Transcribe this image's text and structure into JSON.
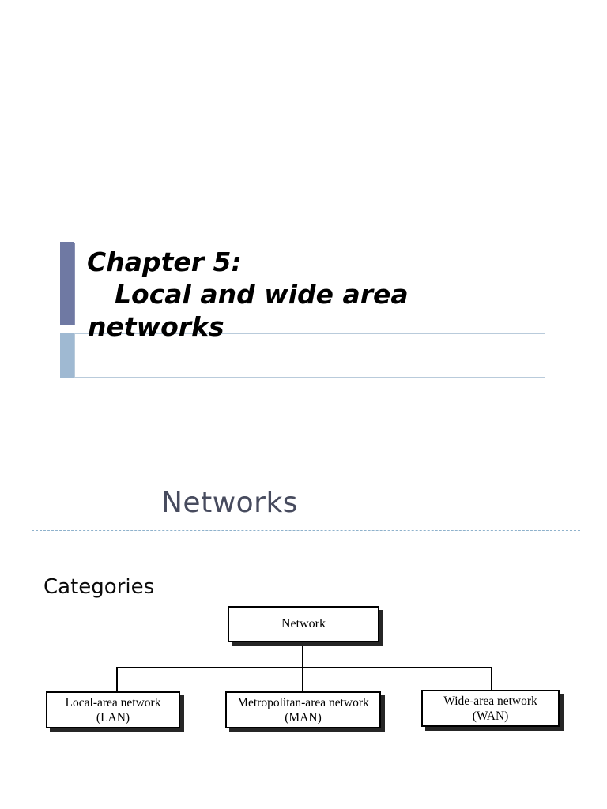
{
  "title_slide": {
    "title_line1": "Chapter 5:",
    "title_line2": "Local and wide area",
    "title_line3": "networks"
  },
  "section_slide": {
    "heading": "Networks",
    "categories_label": "Categories"
  },
  "diagram": {
    "root_label": "Network",
    "nodes": [
      {
        "line1": "Local-area network",
        "line2": "(LAN)"
      },
      {
        "line1": "Metropolitan-area network",
        "line2": "(MAN)"
      },
      {
        "line1": "Wide-area network",
        "line2": "(WAN)"
      }
    ]
  },
  "colors": {
    "accent_bar_dark": "#6f79a3",
    "accent_bar_light": "#9fb9d2",
    "title_box_border": "#8a92b4",
    "subtitle_box_border": "#b9cbdb",
    "heading_text": "#474b5e",
    "dashed_line": "#8fb2cc",
    "diagram_line": "#000000",
    "shadow": "#262626"
  }
}
